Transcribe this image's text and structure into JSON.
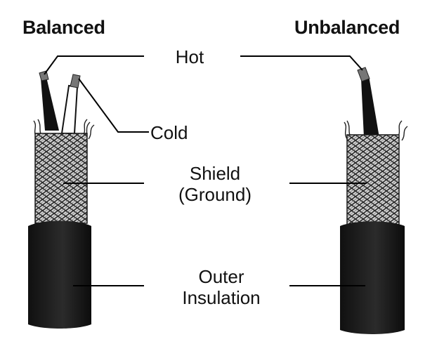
{
  "headings": {
    "balanced": "Balanced",
    "unbalanced": "Unbalanced"
  },
  "labels": {
    "hot": "Hot",
    "cold": "Cold",
    "shield_line1": "Shield",
    "shield_line2": "(Ground)",
    "outer_line1": "Outer",
    "outer_line2": "Insulation"
  },
  "colors": {
    "jacket": "#1b1b1b",
    "wire_dark": "#111111",
    "wire_white": "#ffffff",
    "braid": "#3a3a3a",
    "leader": "#000000"
  }
}
